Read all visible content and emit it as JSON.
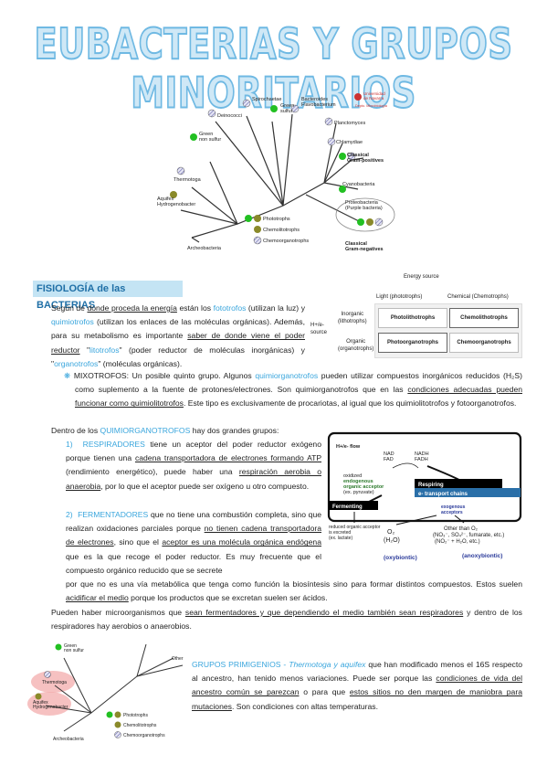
{
  "title": "EUBACTERIAS Y GRUPOS MINORITARIOS",
  "tree_top": {
    "labels": {
      "spirochaetae": "Spirochaetae",
      "green_sulfur": "Green\nsulfur",
      "bacteroides": "Bacteroides\nFlavobacterium",
      "deinococci": "Deinococci",
      "green_non_sulfur": "Green\nnon sulfur",
      "thermotoga": "Thermotoga",
      "aquifex": "Aquifex\nHydrogenobacter",
      "archeobacteria": "Archeobacteria",
      "planctomyces": "Planctomyces",
      "chlamydiae": "Chlamydiae",
      "classical_gram_pos": "Classical\nGram-positives",
      "cyanobacteria": "Cyanobacteria",
      "proteobacteria": "Proteobacteria\n(Purple bacteria)",
      "classical_gram_neg": "Classical\nGram-negatives"
    },
    "legend": [
      "Phototrophs",
      "Chemolitotrophs",
      "Chemoorganotrophs"
    ],
    "university": "Universidad\nde Navarra",
    "university_sub": "Depto. Microbiología"
  },
  "section1": {
    "heading": "FISIOLOGÍA de las BACTERIAS"
  },
  "energy_table": {
    "title": "Energy source",
    "col1": "Light (phototrophs)",
    "col2": "Chemical (Chemotrophs)",
    "row_header": "H+/e-\nsource",
    "row1": "Inorganic\n(lithotrophs)",
    "row2": "Organic\n(organotrophs)",
    "cells": [
      "Photolithotrophs",
      "Chemolithotrophs",
      "Photoorganotrophs",
      "Chemoorganotrophs"
    ]
  },
  "para1": {
    "a": "Según de ",
    "b": "donde proceda la energía",
    "c": " están los ",
    "d": "fototrofos",
    "e": " (utilizan la luz) y ",
    "f": "quimiotrofos",
    "g": " (utilizan los enlaces de las moléculas orgánicas). Además, para su metabolismo es importante ",
    "h": "saber de donde viene el poder reductor",
    "i": " \"",
    "j": "litotrofos",
    "k": "\" (poder reductor de moléculas inorgánicas) y \"",
    "l": "organotrofos",
    "m": "\" (moléculas orgánicas)."
  },
  "mixo": {
    "bullet": "❋",
    "a": "MIXOTROFOS: Un posible quinto grupo. Algunos ",
    "b": "quimiorganotrofos",
    "c": " pueden utilizar compuestos inorgánicos reducidos (H₂S) como suplemento a la fuente de protones/electrones. Son quimiorganotrofos que en las ",
    "d": "condiciones adecuadas pueden funcionar como quimiolitotrofos",
    "e": ". Este tipo es exclusivamente de procariotas, al igual que los quimiolitotrofos y fotoorganotrofos."
  },
  "quimio": {
    "a": "Dentro de los ",
    "b": "QUIMIORGANOTROFOS",
    "c": " hay dos grandes grupos:"
  },
  "item1": {
    "num": "1)",
    "a": "RESPIRADORES",
    "b": " tiene un aceptor del poder reductor exógeno porque tienen una ",
    "c": "cadena transportadora de electrones formando ATP",
    "d": " (rendimiento energético), puede haber una ",
    "e": "respiración aerobia o anaerobia",
    "f": ", por lo que el aceptor puede ser oxígeno u otro compuesto."
  },
  "item2": {
    "num": "2)",
    "a": "FERMENTADORES",
    "b": " que no tiene una combustión completa, sino que realizan oxidaciones parciales porque ",
    "c": "no tienen cadena transportadora de electrones",
    "d": ", sino que el ",
    "e": "aceptor es una molécula orgánica endógena",
    "f": " que es la que recoge el poder reductor. Es muy frecuente que el compuesto orgánico reducido que se secrete",
    "g": "por que no es una vía metabólica que tenga como función la biosíntesis sino para formar distintos compuestos. Estos suelen ",
    "h": "acidificar el medio",
    "i": " porque los productos que se excretan suelen ser ácidos."
  },
  "para_end": {
    "a": "Pueden haber microorganismos que ",
    "b": "sean fermentadores y que dependiendo el medio también sean respiradores",
    "c": " y dentro de los respiradores hay aerobios o anaerobios."
  },
  "metab": {
    "flow": "H+/e- flow",
    "nad": "NAD\nFAD",
    "nadh": "NADH\nFADH",
    "oxidized": "oxidized\nendogenous\norganic acceptor\n(ex. pyruvate)",
    "respiring": "Respiring",
    "etc": "e- transport chains",
    "fermenting": "Fermenting",
    "exogenous": "exogenous\nacceptors",
    "reduced": "reduced organic acceptor\nis excreted\n(ex. lactate)",
    "o2": "O₂\n(H₂O)",
    "other": "Other than O₂\n(NO₃⁻, SO₄²⁻, fumarate, etc.)\n(NO₂⁻ + H₂O, etc.)",
    "oxy": "(oxybiontic)",
    "anoxy": "(anoxybiontic)"
  },
  "tree_bottom": {
    "labels": {
      "green_non_sulfur": "Green\nnon sulfur",
      "thermotoga": "Thermotoga",
      "aquifex": "Aquifex\nHydrogenobacter",
      "archeobacteria": "Archeobacteria",
      "other": "Other"
    },
    "legend": [
      "Phototrophs",
      "Chemolitotrophs",
      "Chemoorganotrophs"
    ]
  },
  "primigenios": {
    "a": "GRUPOS PRIMIGENIOS - ",
    "b": "Thermotoga y aquifex",
    "c": " que han modificado menos el 16S respecto al ancestro, han tenido menos variaciones. Puede ser porque las ",
    "d": "condiciones de vida del ancestro común se parezcan",
    "e": " o para que ",
    "f": "estos sitios no den margen de maniobra para mutaciones",
    "g": ". Son condiciones con altas temperaturas."
  },
  "colors": {
    "accent": "#3aa6dd",
    "heading_bg": "#c4e4f4",
    "photo_green": "#22c022",
    "chemolito_olive": "#8a8a2a",
    "chemoorg_hatch": "#7a7ab8",
    "highlight_red": "#f2a6a6"
  }
}
